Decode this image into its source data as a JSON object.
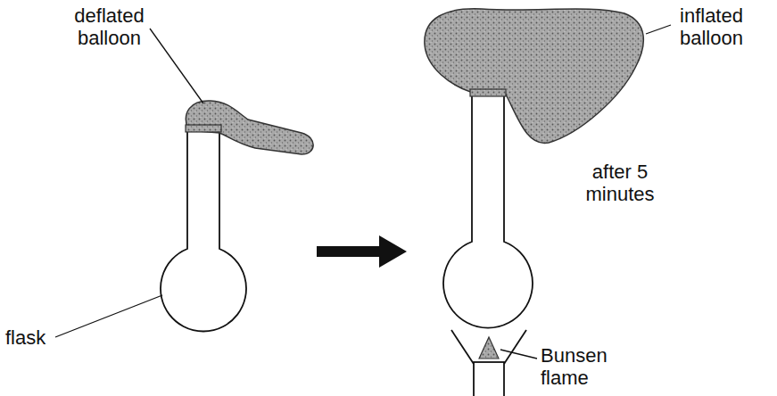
{
  "diagram": {
    "labels": [
      "deflated balloon",
      "inflated balloon",
      "flask",
      "after 5 minutes",
      "Bunsen flame"
    ]
  }
}
